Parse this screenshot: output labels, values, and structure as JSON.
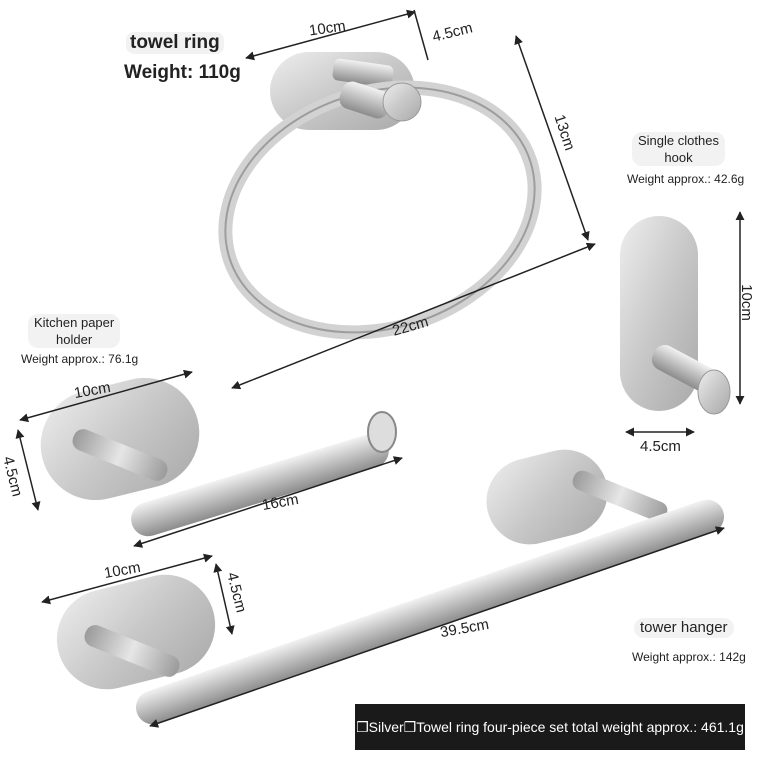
{
  "towel_ring": {
    "title": "towel ring",
    "weight": "Weight: 110g",
    "dims": {
      "width": "10cm",
      "depth": "4.5cm",
      "height": "13cm",
      "length": "22cm"
    }
  },
  "hook": {
    "title_line1": "Single clothes",
    "title_line2": "hook",
    "weight": "Weight approx.: 42.6g",
    "dims": {
      "height": "10cm",
      "width": "4.5cm"
    }
  },
  "paper_holder": {
    "title_line1": "Kitchen paper",
    "title_line2": "holder",
    "weight": "Weight approx.: 76.1g",
    "dims": {
      "width": "10cm",
      "height": "4.5cm",
      "length": "16cm"
    }
  },
  "towel_bar": {
    "title": "tower hanger",
    "weight": "Weight approx.: 142g",
    "dims": {
      "width": "10cm",
      "height": "4.5cm",
      "length": "39.5cm"
    }
  },
  "banner": {
    "text": "❒Silver❒Towel ring four-piece set total weight approx.: 461.1g"
  },
  "colors": {
    "metal": "#c9c9c9",
    "banner_bg": "#1a1a1a"
  }
}
